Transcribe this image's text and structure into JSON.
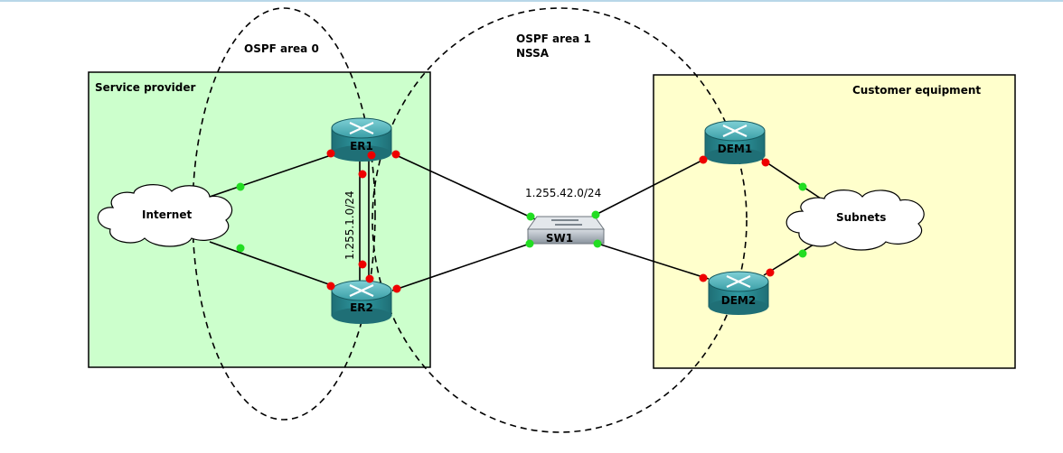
{
  "zones": {
    "service_provider": {
      "label": "Service provider",
      "fill": "#ccffcc"
    },
    "customer_equipment": {
      "label": "Customer equipment",
      "fill": "#ffffcc"
    }
  },
  "areas": {
    "area0": {
      "label": "OSPF area 0"
    },
    "area1": {
      "label_line1": "OSPF area 1",
      "label_line2": "NSSA"
    }
  },
  "nodes": {
    "er1": {
      "label": "ER1",
      "icon": "router-icon"
    },
    "er2": {
      "label": "ER2",
      "icon": "router-icon"
    },
    "dem1": {
      "label": "DEM1",
      "icon": "router-icon"
    },
    "dem2": {
      "label": "DEM2",
      "icon": "router-icon"
    },
    "sw1": {
      "label": "SW1",
      "icon": "switch-icon"
    },
    "internet": {
      "label": "Internet",
      "icon": "cloud-icon"
    },
    "subnets": {
      "label": "Subnets",
      "icon": "cloud-icon"
    }
  },
  "links": {
    "er_er": {
      "label": "1.255.1.0/24"
    },
    "lan": {
      "label": "1.255.42.0/24"
    }
  },
  "colors": {
    "router_body": "#2e8f96",
    "router_top": "#5fbcc4",
    "port_up": "#22dd22",
    "port_down": "#ee0000",
    "line": "#000000"
  }
}
